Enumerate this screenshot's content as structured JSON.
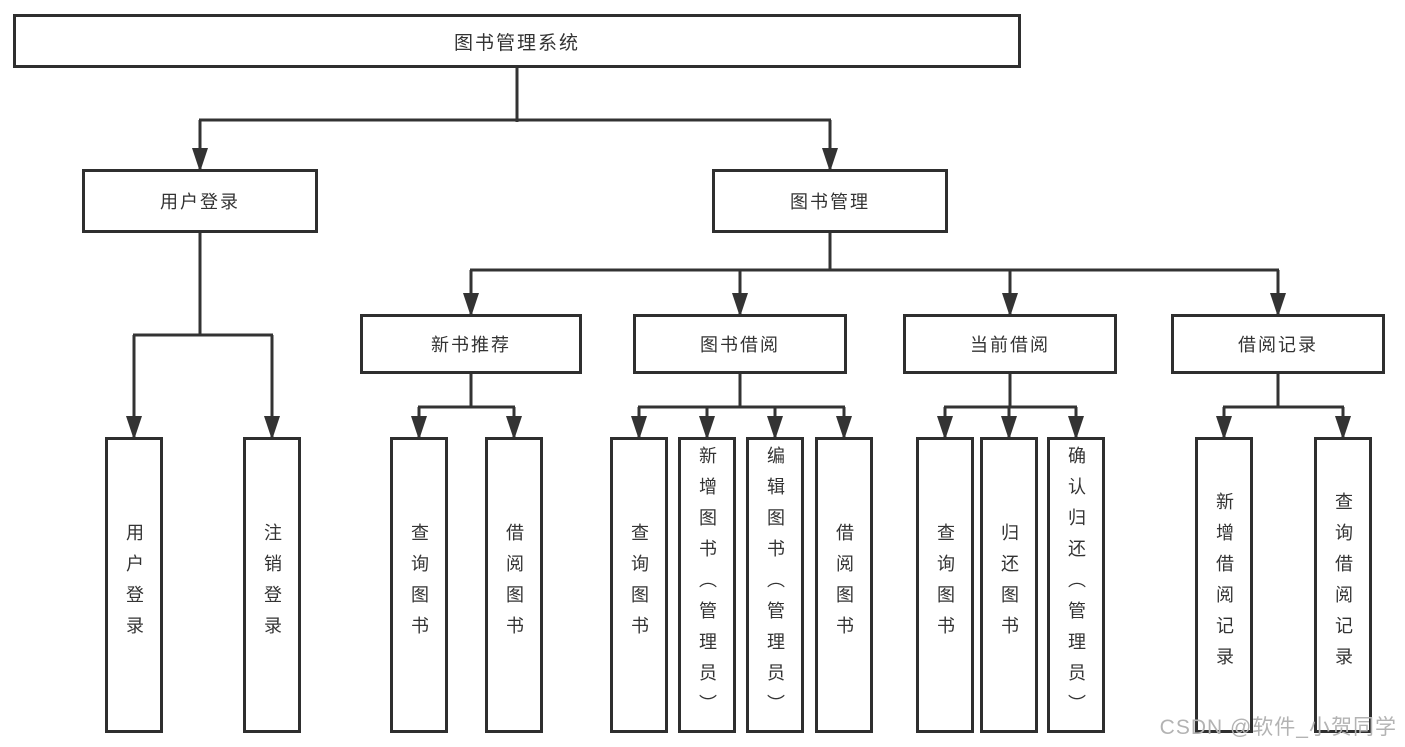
{
  "diagram": {
    "root": {
      "label": "图书管理系统"
    },
    "branches": [
      {
        "label": "用户登录",
        "children": [
          {
            "label": "用户登录"
          },
          {
            "label": "注销登录"
          }
        ]
      },
      {
        "label": "图书管理",
        "children": [
          {
            "label": "新书推荐",
            "children": [
              {
                "label": "查询图书"
              },
              {
                "label": "借阅图书"
              }
            ]
          },
          {
            "label": "图书借阅",
            "children": [
              {
                "label": "查询图书"
              },
              {
                "label": "新增图书（管理员）"
              },
              {
                "label": "编辑图书（管理员）"
              },
              {
                "label": "借阅图书"
              }
            ]
          },
          {
            "label": "当前借阅",
            "children": [
              {
                "label": "查询图书"
              },
              {
                "label": "归还图书"
              },
              {
                "label": "确认归还（管理员）"
              }
            ]
          },
          {
            "label": "借阅记录",
            "children": [
              {
                "label": "新增借阅记录"
              },
              {
                "label": "查询借阅记录"
              }
            ]
          }
        ]
      }
    ],
    "watermark": "CSDN @软件_小贺同学",
    "colors": {
      "line": "#333333",
      "box_border": "#2f2f2f",
      "text": "#333333",
      "watermark": "#b3b3b3",
      "background": "#ffffff"
    }
  }
}
